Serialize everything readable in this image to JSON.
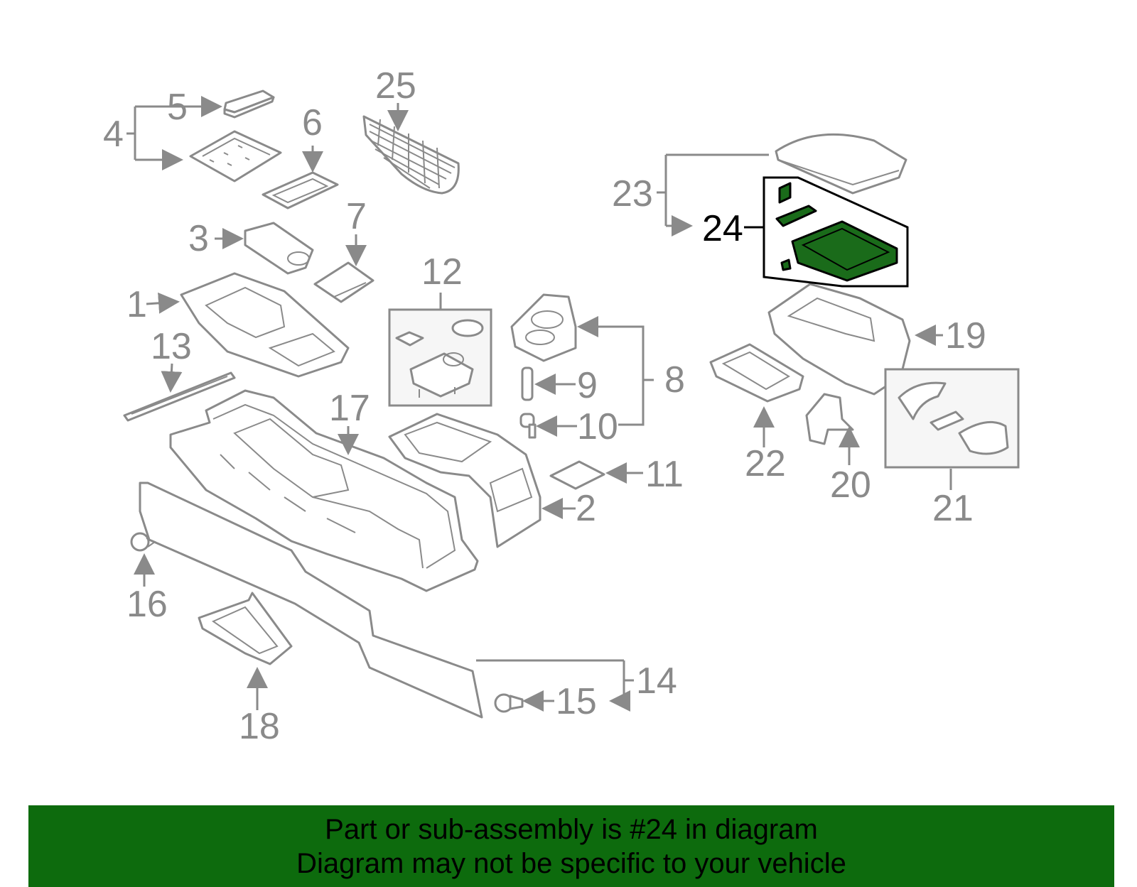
{
  "callouts": [
    "1",
    "2",
    "3",
    "4",
    "5",
    "6",
    "7",
    "8",
    "9",
    "10",
    "11",
    "12",
    "13",
    "14",
    "15",
    "16",
    "17",
    "18",
    "19",
    "20",
    "21",
    "22",
    "23",
    "24",
    "25"
  ],
  "highlighted_part": "24",
  "colors": {
    "highlight": "#1a6b1a",
    "banner": "#0d6b0d",
    "line": "#8a8a8a"
  },
  "banner": {
    "line1": "Part or sub-assembly is #24 in diagram",
    "line2": "Diagram may not be specific to your vehicle"
  }
}
